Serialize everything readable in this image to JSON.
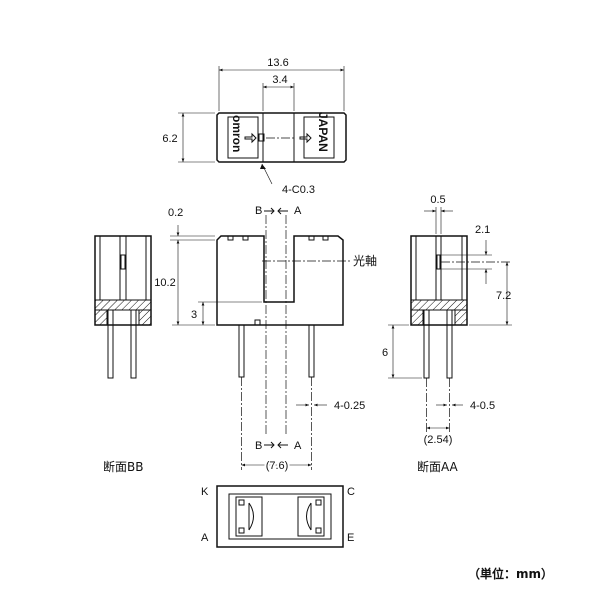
{
  "top_view": {
    "width": "13.6",
    "slit_width": "3.4",
    "height": "6.2",
    "chamfer": "4-C0.3",
    "logo_left": "omron",
    "logo_right": "JAPAN"
  },
  "front_view": {
    "offset_top": "0.2",
    "section_b": "B",
    "section_a": "A",
    "height": "10.2",
    "slot_bottom": "3",
    "optical_axis": "光軸",
    "lead_thickness": "4-0.25",
    "lead_pitch": "(7.6)"
  },
  "section_bb": {
    "label": "断面BB"
  },
  "section_aa": {
    "label": "断面AA",
    "aperture": "0.5",
    "axis_height": "2.1",
    "body_height": "7.2",
    "lead_length": "6",
    "lead_width": "4-0.5",
    "lead_pitch": "(2.54)"
  },
  "bottom_view": {
    "pin_k": "K",
    "pin_c": "C",
    "pin_a": "A",
    "pin_e": "E"
  },
  "unit_note": "（単位：mm）"
}
